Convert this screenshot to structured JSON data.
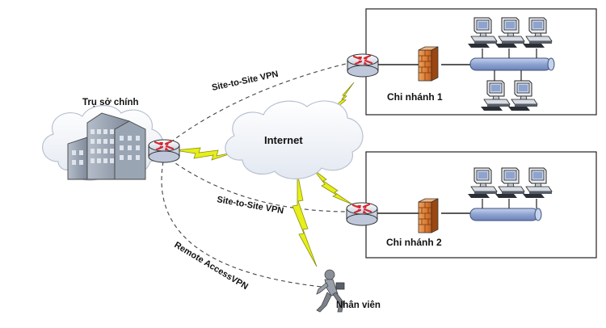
{
  "hq": {
    "label": "Trụ sở chính"
  },
  "internet": {
    "label": "Internet"
  },
  "branch1": {
    "label": "Chi nhánh 1"
  },
  "branch2": {
    "label": "Chi nhánh 2"
  },
  "vpn_top": {
    "label": "Site-to-Site VPN"
  },
  "vpn_bottom": {
    "label": "Site-to-Site VPN"
  },
  "remote_vpn": {
    "label": "Remote AccessVPN"
  },
  "employee": {
    "label": "Nhân viên"
  },
  "colors": {
    "cloud": "#dde3ee",
    "router": "#8fa4cc",
    "router_arrows": "#d7262c",
    "firewall": "#e07a2c",
    "lan_bus": "#9fb2d8",
    "lightning": "#e6ef18",
    "building": "#9aa5b4"
  },
  "icons": {
    "router": "router-icon",
    "firewall": "firewall-icon",
    "computer": "computer-icon",
    "building": "building-icon",
    "lightning": "lightning-icon",
    "person": "person-icon"
  }
}
